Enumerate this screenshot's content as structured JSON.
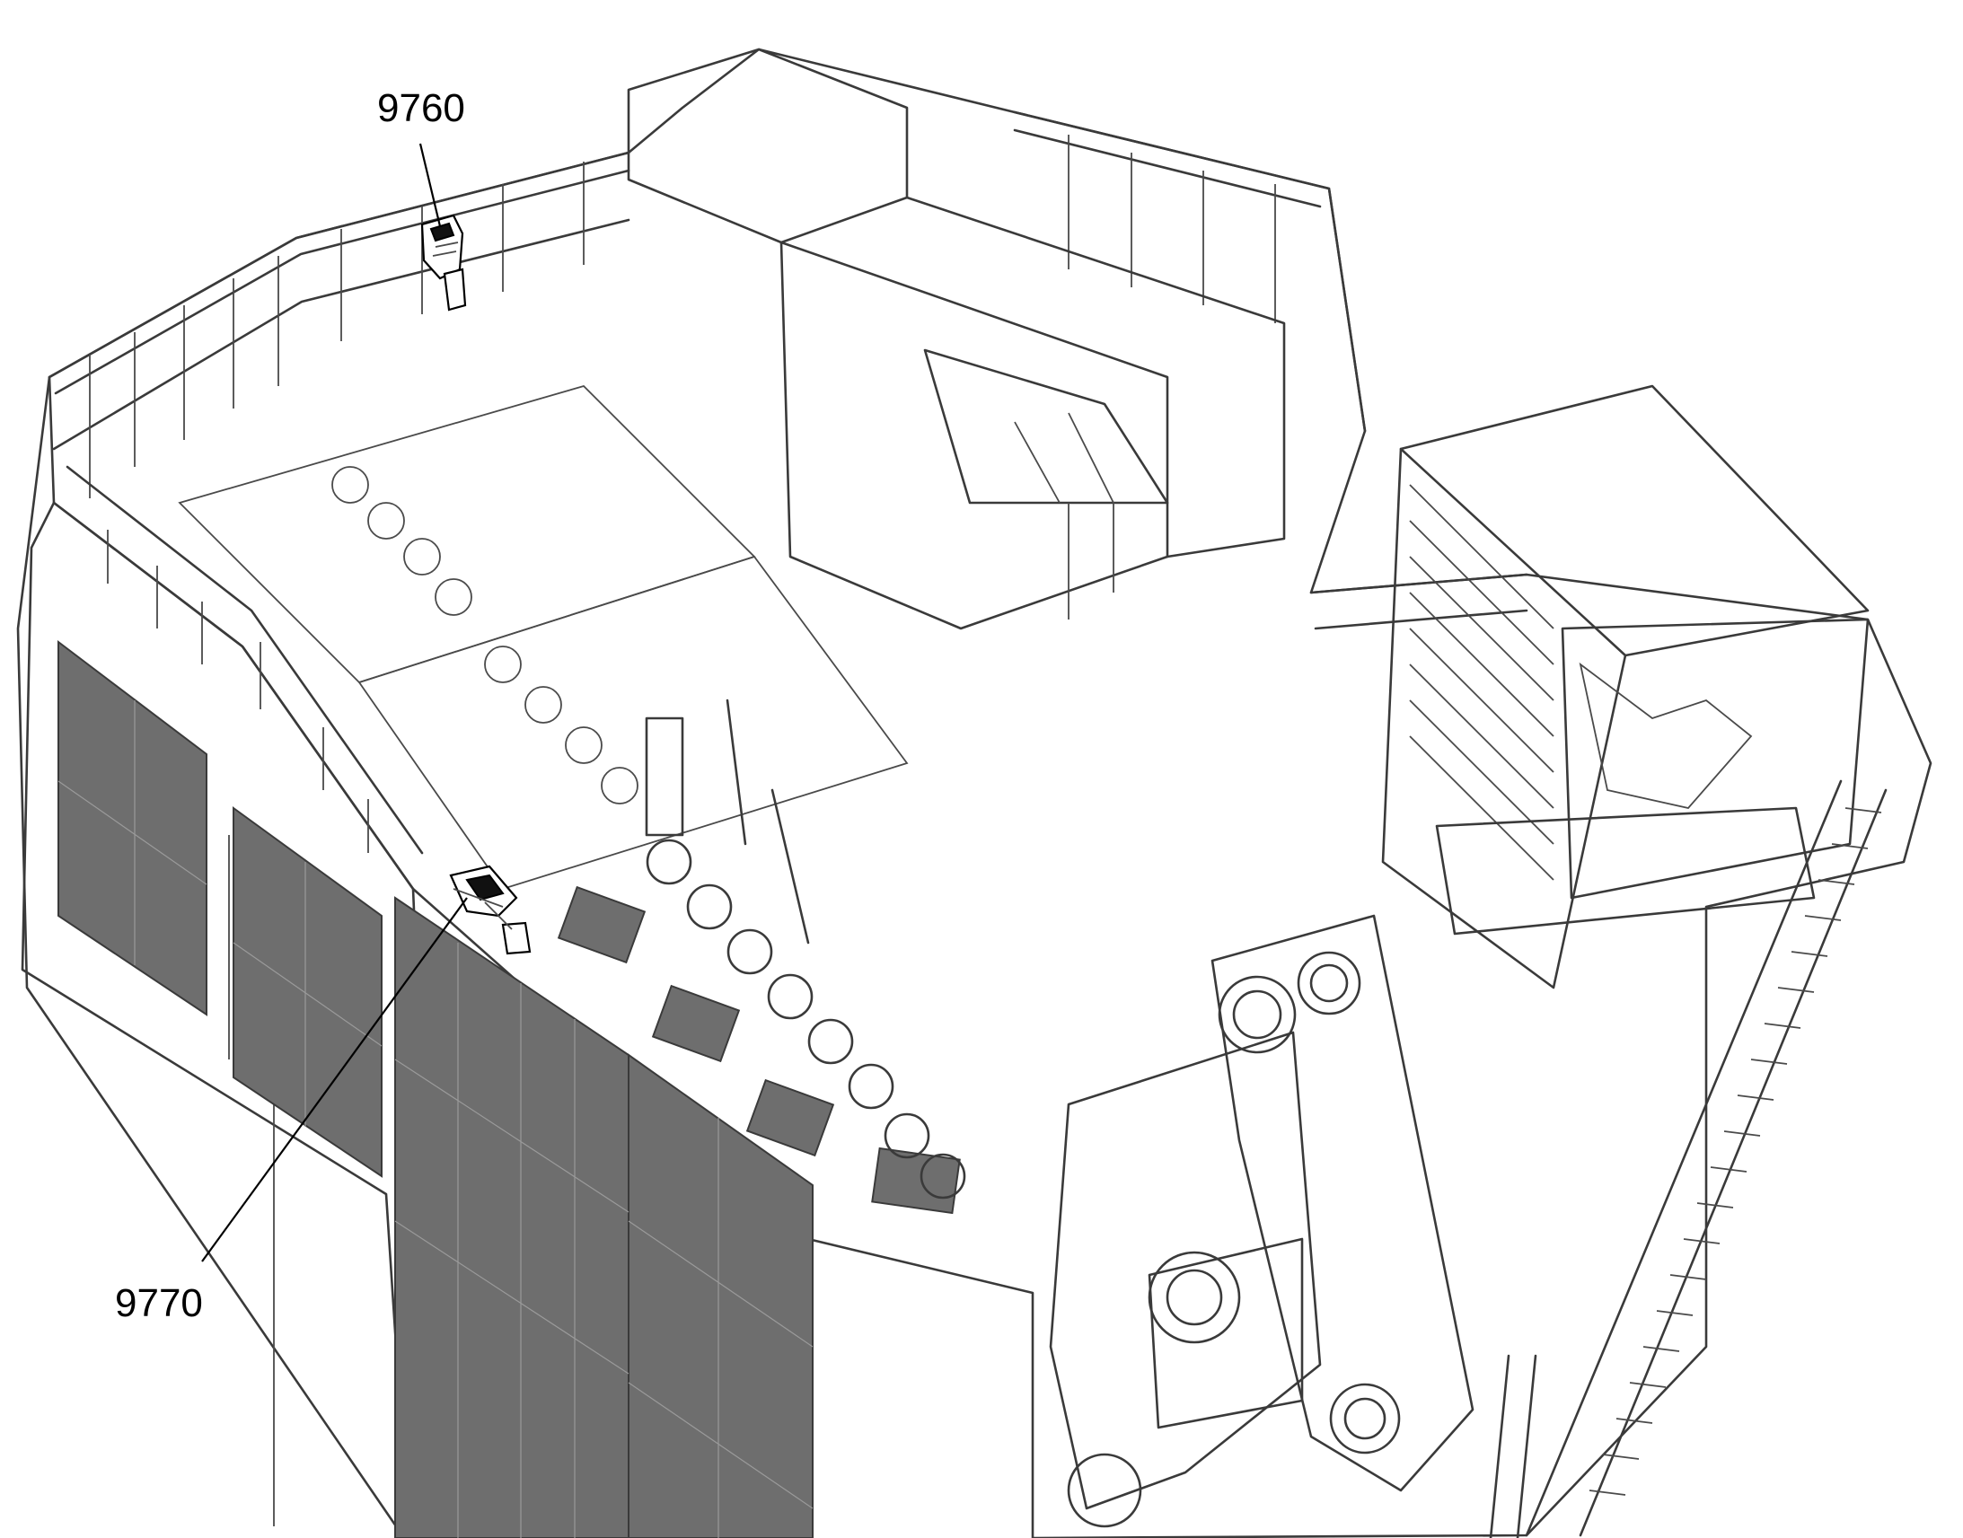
{
  "callouts": [
    {
      "id": "9760",
      "label": "9760"
    },
    {
      "id": "9770",
      "label": "9770"
    }
  ]
}
